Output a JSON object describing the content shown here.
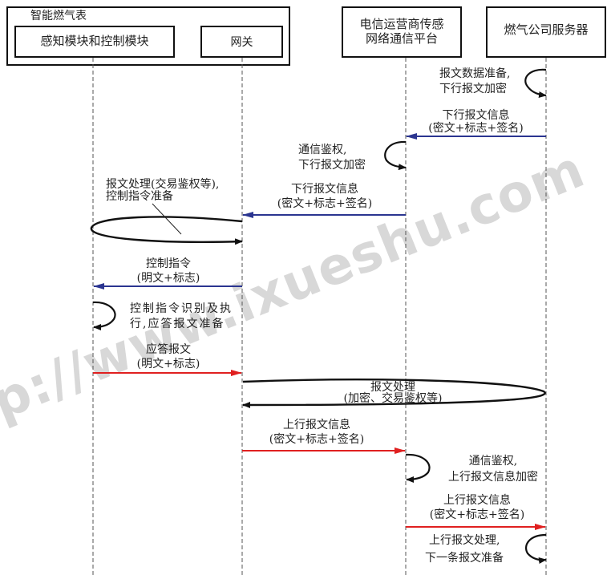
{
  "participants": {
    "meter_group": "智能燃气表",
    "sensing_control": "感知模块和控制模块",
    "gateway": "网关",
    "telecom_platform": [
      "电信运营商传感",
      "网络通信平台"
    ],
    "gas_server": "燃气公司服务器"
  },
  "messages": [
    {
      "id": "m1",
      "type": "self",
      "lifeline": "gas_server",
      "text": [
        "报文数据准备,",
        "下行报文加密"
      ]
    },
    {
      "id": "m2",
      "type": "arrow",
      "from": "gas_server",
      "to": "telecom_platform",
      "color": "#2b3590",
      "text": [
        "下行报文信息",
        "(密文+标志+签名)"
      ]
    },
    {
      "id": "m3",
      "type": "self",
      "lifeline": "telecom_platform",
      "text": [
        "通信鉴权,",
        "下行报文加密"
      ]
    },
    {
      "id": "m4",
      "type": "arrow",
      "from": "telecom_platform",
      "to": "gateway",
      "color": "#2b3590",
      "text": [
        "下行报文信息",
        "(密文+标志+签名)"
      ]
    },
    {
      "id": "m5",
      "type": "loop",
      "from": "gateway",
      "to": "sensing_control",
      "text": [
        "报文处理(交易鉴权等),",
        "控制指令准备"
      ]
    },
    {
      "id": "m6",
      "type": "arrow",
      "from": "gateway",
      "to": "sensing_control",
      "color": "#2b3590",
      "text": [
        "控制指令",
        "(明文+标志)"
      ]
    },
    {
      "id": "m7",
      "type": "self",
      "lifeline": "sensing_control",
      "text": [
        "控制指令识别及执",
        "行,应答报文准备"
      ]
    },
    {
      "id": "m8",
      "type": "arrow",
      "from": "sensing_control",
      "to": "gateway",
      "color": "#e02020",
      "text": [
        "应答报文",
        "(明文+标志)"
      ]
    },
    {
      "id": "m9",
      "type": "loop",
      "from": "gateway",
      "to": "gas_server",
      "text": [
        "报文处理",
        "(加密、交易鉴权等)"
      ]
    },
    {
      "id": "m10",
      "type": "arrow",
      "from": "gateway",
      "to": "telecom_platform",
      "color": "#e02020",
      "text": [
        "上行报文信息",
        "(密文+标志+签名)"
      ]
    },
    {
      "id": "m11",
      "type": "self",
      "lifeline": "telecom_platform",
      "text": [
        "通信鉴权,",
        "上行报文信息加密"
      ]
    },
    {
      "id": "m12",
      "type": "arrow",
      "from": "telecom_platform",
      "to": "gas_server",
      "color": "#e02020",
      "text": [
        "上行报文信息",
        "(密文+标志+签名)"
      ]
    },
    {
      "id": "m13",
      "type": "self",
      "lifeline": "gas_server",
      "text": [
        "上行报文处理,",
        "下一条报文准备"
      ]
    }
  ],
  "colors": {
    "downlink_arrow": "#2b3590",
    "uplink_arrow": "#e02020",
    "lifeline": "#555555",
    "box_border": "#111111"
  },
  "watermark": "p://www.ixueshu.com"
}
